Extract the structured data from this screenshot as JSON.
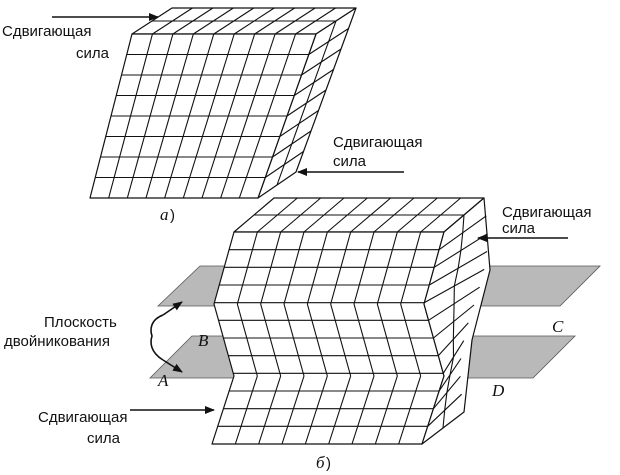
{
  "figure_a": {
    "panel_label": "а",
    "label_shear_top_line1": "Сдвигающая",
    "label_shear_top_line2": "сила",
    "label_shear_bottom_line1": "Сдвигающая",
    "label_shear_bottom_line2": "сила"
  },
  "figure_b": {
    "panel_label": "б",
    "label_shear_top_line1": "Сдвигающая",
    "label_shear_top_line2": "сила",
    "label_shear_bottom_line1": "Сдвигающая",
    "label_shear_bottom_line2": "сила",
    "twin_plane_line1": "Плоскость",
    "twin_plane_line2": "двойникования",
    "point_a": "A",
    "point_b": "B",
    "point_c": "C",
    "point_d": "D"
  },
  "colors": {
    "line": "#111111",
    "plane": "#b9b9b9"
  }
}
